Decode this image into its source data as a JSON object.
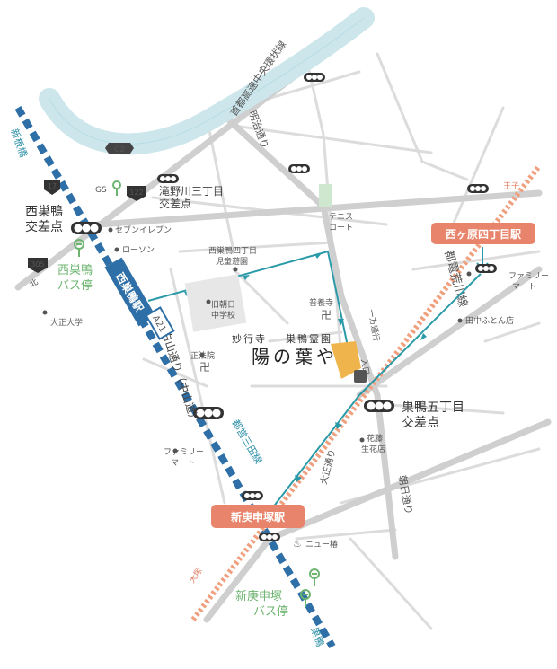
{
  "highway": {
    "name": "首都高速中央環状線",
    "route_badge": "C2"
  },
  "roads": {
    "meiji_dori": "明治通り",
    "hakusan_dori": "白山通り（中山道）",
    "asahi_dori": "朝日通り",
    "taisho_dori": "大正通り",
    "route_17": "17",
    "route_122": "122",
    "route_305": "305",
    "one_way": "一方通行"
  },
  "stations": {
    "nishisugamo": "西巣鴨駅",
    "nishigahara": "西ヶ原四丁目駅",
    "shinkoshinzuka": "新庚申塚駅"
  },
  "lines": {
    "mita_line": "都営三田線",
    "arakawa_line": "都電荒川線",
    "line_badge": "A21",
    "to_shinitabashi": "新板橋",
    "to_sugamo": "巣鴨",
    "to_kita": "北",
    "to_otsuka": "大塚",
    "to_oji": "王子"
  },
  "intersections": {
    "nishisugamo": "西巣鴨\n交差点",
    "takinogawa": "滝野川三丁目\n交差点",
    "sugamo5": "巣鴨五丁目\n交差点"
  },
  "bus_stops": {
    "nishisugamo": "西巣鴨\nバス停",
    "shinkoshinzuka": "新庚申塚\nバス停"
  },
  "landmarks": {
    "gs": "GS",
    "seven_eleven": "セブンイレブン",
    "lawson": "ローソン",
    "taisho_univ": "大正大学",
    "park": "西巣鴨四丁目\n児童遊園",
    "old_school": "旧朝日\n中学校",
    "shohoin": "正法院",
    "familymart_west": "ファミリー\nマート",
    "tennis": "テニス\nコート",
    "fuyoji": "普養寺",
    "familymart_east": "ファミリー\nマート",
    "tanaka": "田中ふとん店",
    "flower": "花藤\n生花店",
    "bath": "ニュー椿",
    "myogyoji": "妙行寺",
    "sugamo_cemetery": "巣鴨霊園",
    "entrance": "入口",
    "parking": "P"
  },
  "destination": {
    "name": "陽の葉や"
  },
  "colors": {
    "route": "#2b9aa8",
    "station_badge": "#e8846b",
    "bus": "#6cb46f",
    "train_line": "#2d6fa6",
    "highway": "#cde6ec",
    "destination": "#f0b44c",
    "tram_line": "#f0a07e"
  }
}
